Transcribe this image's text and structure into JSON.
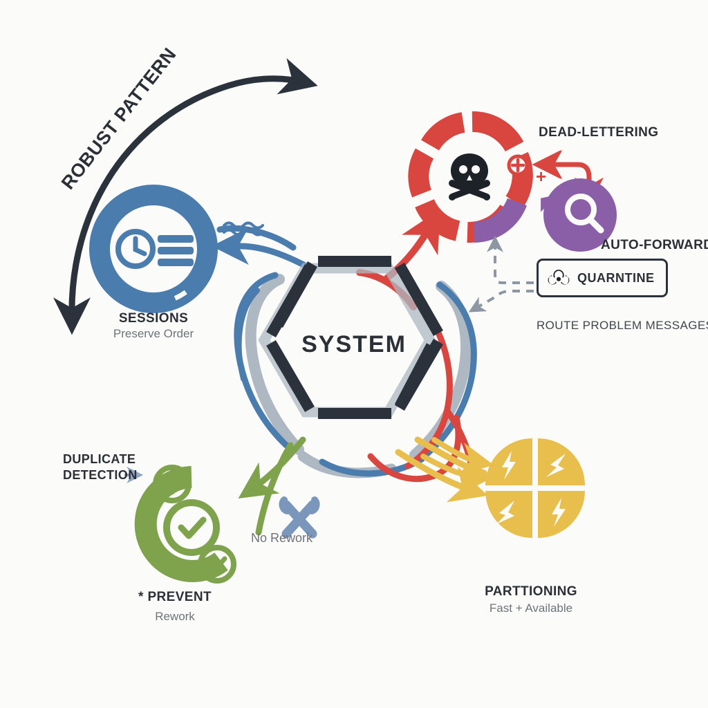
{
  "diagram": {
    "title": "ROBUST PATTERN",
    "center_label": "SYSTEM",
    "background_color": "#fbfbfa"
  },
  "palette": {
    "dark": "#2b323c",
    "shadow_gray": "#aeb8c2",
    "blue": "#4a7cae",
    "red": "#d9453f",
    "purple": "#8b5fa8",
    "green": "#7fa34d",
    "yellow": "#e8be4c",
    "slate": "#7b96bb",
    "text_dark": "#2b2f36",
    "text_gray": "#6e737a"
  },
  "nodes": [
    {
      "id": "sessions",
      "title": "SESSIONS",
      "subtitle": "Preserve Order",
      "icon": "clock-list-icon",
      "color": "#4a7cae"
    },
    {
      "id": "dead-lettering",
      "title": "DEAD-LETTERING",
      "subtitle": "",
      "icon": "skull-crossbones-icon",
      "color": "#d9453f"
    },
    {
      "id": "auto-forwarding",
      "title": "AUTO-FORWARDING",
      "subtitle": "",
      "icon": "magnifier-arrow-icon",
      "color": "#8b5fa8"
    },
    {
      "id": "prevent",
      "title": "* PREVENT",
      "subtitle": "Rework",
      "icon": "check-arc-icon",
      "color": "#7fa34d"
    },
    {
      "id": "partitioning",
      "title": "PARTTIONING",
      "subtitle": "Fast + Available",
      "icon": "quadrant-bolts-icon",
      "color": "#e8be4c"
    }
  ],
  "annotations": {
    "duplicate_detection_line1": "DUPLICATE",
    "duplicate_detection_line2": "DETECTION",
    "no_rework": "No Rework",
    "plus_sign": "+"
  },
  "quarantine_box": {
    "label": "QUARNTINE",
    "caption": "ROUTE PROBLEM MESSAGES",
    "icon": "biohazard-icon"
  }
}
